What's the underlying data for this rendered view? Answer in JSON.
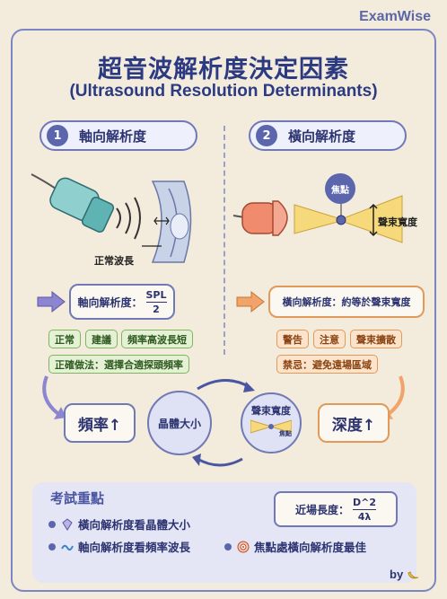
{
  "brand": "ExamWise",
  "title": "超音波解析度決定因素",
  "subtitle": "(Ultrasound Resolution Determinants)",
  "axial": {
    "num": "1",
    "heading": "軸向解析度",
    "wave_label": "正常波長",
    "formula_label": "軸向解析度：",
    "formula_num": "SPL",
    "formula_den": "2",
    "tags": [
      "正常",
      "建議",
      "頻率高波長短"
    ],
    "method": "正確做法：選擇合適探頭頻率",
    "result": "頻率↑"
  },
  "lateral": {
    "num": "2",
    "heading": "橫向解析度",
    "focus_label": "焦點",
    "beam_label": "聲束寬度",
    "formula": "橫向解析度：約等於聲束寬度",
    "tags": [
      "警告",
      "注意",
      "聲束擴散"
    ],
    "forbid": "禁忌：避免遠場區域",
    "result": "深度↑"
  },
  "cycle": {
    "crystal": "晶體大小",
    "beam": "聲束寬度",
    "focus": "焦點"
  },
  "exam": {
    "title": "考試重點",
    "formula_label": "近場長度：",
    "formula_num": "D^2",
    "formula_den": "4λ",
    "points": [
      "橫向解析度看晶體大小",
      "軸向解析度看頻率波長",
      "焦點處橫向解析度最佳"
    ]
  },
  "footer": "by",
  "colors": {
    "accent": "#5b66ad",
    "green": "#7fb561",
    "orange": "#e19a5a",
    "beam": "#f2c94c"
  }
}
